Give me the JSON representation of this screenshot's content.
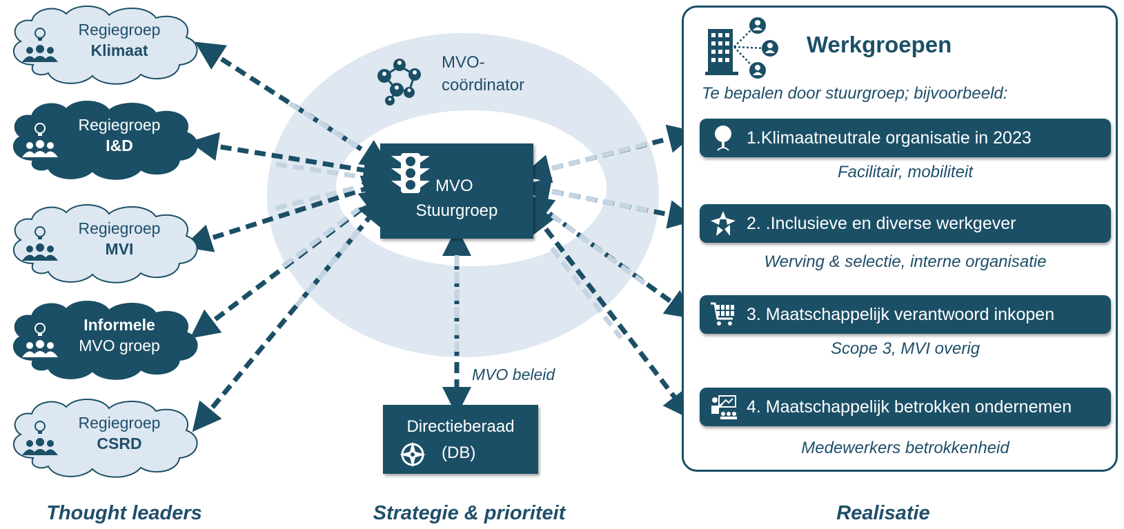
{
  "clouds": [
    {
      "line1": "Regiegroep",
      "line2": "Klimaat",
      "style": "light"
    },
    {
      "line1": "Regiegroep",
      "line2": "I&D",
      "style": "dark"
    },
    {
      "line1": "Regiegroep",
      "line2": "MVI",
      "style": "light"
    },
    {
      "line1": "Informele",
      "line2": "MVO groep",
      "style": "dark"
    },
    {
      "line1": "Regiegroep",
      "line2": "CSRD",
      "style": "light"
    }
  ],
  "center": {
    "coordinator_line1": "MVO-",
    "coordinator_line2": "coördinator",
    "stuurgroep_line1": "MVO",
    "stuurgroep_line2": "Stuurgroep",
    "beleid_label": "MVO beleid",
    "directie_line1": "Directieberaad",
    "directie_line2": "(DB)"
  },
  "werkgroepen": {
    "title": "Werkgroepen",
    "subtitle": "Te bepalen door stuurgroep; bijvoorbeeld:",
    "items": [
      {
        "label": "1.Klimaatneutrale organisatie in 2023",
        "sub": "Facilitair, mobiliteit",
        "icon": "tree-icon"
      },
      {
        "label": "2. .Inclusieve en diverse werkgever",
        "sub": "Werving & selectie, interne organisatie",
        "icon": "diverse-hands-icon"
      },
      {
        "label": "3. Maatschappelijk verantwoord inkopen",
        "sub": "Scope 3, MVI overig",
        "icon": "shopping-cart-icon"
      },
      {
        "label": "4. Maatschappelijk betrokken ondernemen",
        "sub": "Medewerkers betrokkenheid",
        "icon": "presenter-icon"
      }
    ]
  },
  "bottom": {
    "left": "Thought leaders",
    "center": "Strategie & prioriteit",
    "right": "Realisatie"
  },
  "colors": {
    "dark_navy": "#1b4f66",
    "light_cloud": "#dde7f2",
    "ring": "#dfe7f1",
    "arrow_dark": "#1b4f66",
    "arrow_light": "#b8cddd",
    "text": "#1f4e6a"
  }
}
